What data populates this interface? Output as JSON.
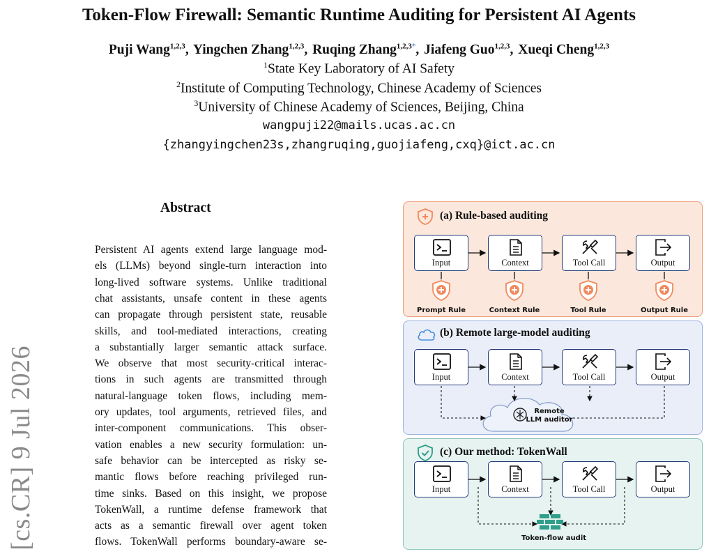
{
  "paper": {
    "title": "Token-Flow Firewall: Semantic Runtime Auditing for Persistent AI Agents",
    "authors": [
      {
        "name": "Puji Wang",
        "sup": "1,2,3"
      },
      {
        "name": "Yingchen Zhang",
        "sup": "1,2,3"
      },
      {
        "name": "Ruqing Zhang",
        "sup": "1,2,3",
        "star": "*"
      },
      {
        "name": "Jiafeng Guo",
        "sup": "1,2,3"
      },
      {
        "name": "Xueqi Cheng",
        "sup": "1,2,3"
      }
    ],
    "affiliations": [
      {
        "sup": "1",
        "text": "State Key Laboratory of AI Safety"
      },
      {
        "sup": "2",
        "text": "Institute of Computing Technology, Chinese Academy of Sciences"
      },
      {
        "sup": "3",
        "text": "University of Chinese Academy of Sciences, Beijing, China"
      }
    ],
    "emails": [
      "wangpuji22@mails.ucas.ac.cn",
      "{zhangyingchen23s,zhangruqing,guojiafeng,cxq}@ict.ac.cn"
    ],
    "arxiv_stamp": "[cs.CR]  9 Jul 2026",
    "abstract_heading": "Abstract",
    "abstract_lines": [
      "Persistent AI agents extend large language mod-",
      "els (LLMs) beyond single-turn interaction into",
      "long-lived software systems. Unlike traditional",
      "chat assistants, unsafe content in these agents",
      "can propagate through persistent state, reusable",
      "skills, and tool-mediated interactions, creating",
      "a substantially larger semantic attack surface.",
      "We observe that most security-critical interac-",
      "tions in such agents are transmitted through",
      "natural-language token flows, including mem-",
      "ory updates, tool arguments, retrieved files, and",
      "inter-component communications. This obser-",
      "vation enables a new security formulation: un-",
      "safe behavior can be intercepted as risky se-",
      "mantic flows before reaching privileged run-",
      "time sinks. Based on this insight, we propose",
      "TokenWall, a runtime defense framework that",
      "acts as a semantic firewall over agent token",
      "flows. TokenWall performs boundary-aware se-"
    ]
  },
  "figure": {
    "panels": [
      {
        "title": "(a) Rule-based auditing",
        "icon": "shield-plus-icon",
        "accent": "#f08a5d"
      },
      {
        "title": "(b) Remote large-model auditing",
        "icon": "cloud-icon",
        "accent": "#4a90d9"
      },
      {
        "title": "(c) Our method: TokenWall",
        "icon": "shield-check-icon",
        "accent": "#2f9e8a"
      }
    ],
    "stages": [
      "Input",
      "Context",
      "Tool Call",
      "Output"
    ],
    "rules": [
      "Prompt Rule",
      "Context Rule",
      "Tool Rule",
      "Output Rule"
    ],
    "auditor_label": [
      "Remote",
      "LLM auditor"
    ],
    "audit_label": "Token-flow audit"
  }
}
